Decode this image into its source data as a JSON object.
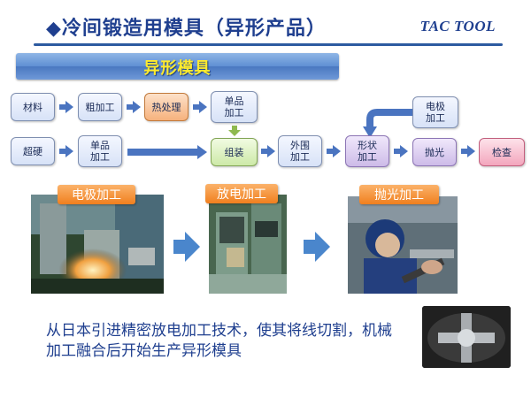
{
  "header": {
    "bullet": "◆",
    "title": "冷间锻造用模具（异形产品）",
    "brand": "TAC TOOL"
  },
  "banner": {
    "label": "异形模具"
  },
  "flow": {
    "row1": [
      "材料",
      "粗加工",
      "热处理",
      "单品\n加工"
    ],
    "row2": [
      "超硬",
      "单品\n加工",
      "组装",
      "外围\n加工",
      "形状\n加工",
      "抛光",
      "检查"
    ],
    "side_box": "电极\n加工"
  },
  "steps": [
    {
      "label": "电极加工",
      "photo": "electrode-machining-photo"
    },
    {
      "label": "放电加工",
      "photo": "edm-machine-photo"
    },
    {
      "label": "抛光加工",
      "photo": "polishing-worker-photo"
    }
  ],
  "description": "从日本引进精密放电加工技术，使其将线切割，机械加工融合后开始生产异形模具",
  "colors": {
    "title": "#1f3f8f",
    "banner_text": "#ffeb2e",
    "accent": "#f07f1e",
    "arrow": "#4a74c0"
  }
}
